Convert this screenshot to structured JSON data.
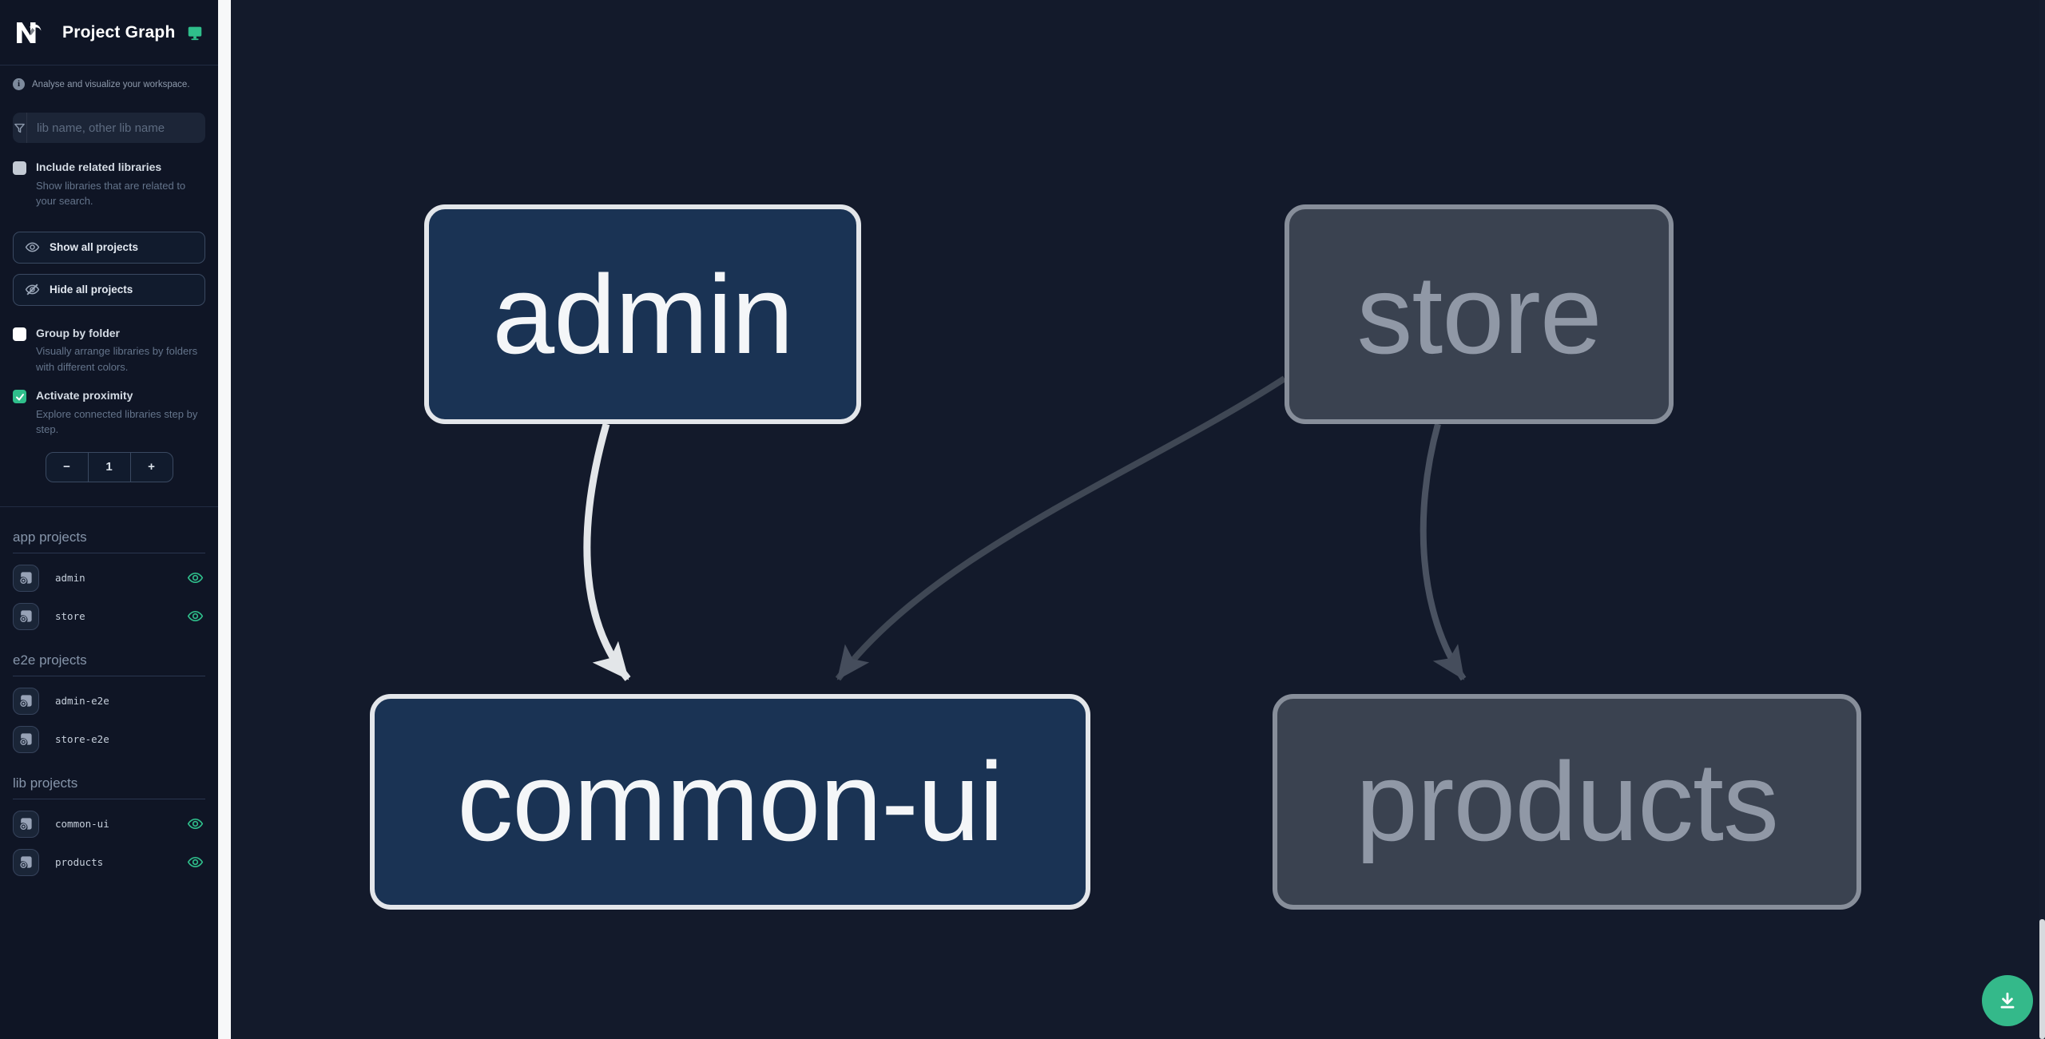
{
  "header": {
    "title": "Project Graph"
  },
  "sidebar": {
    "tagline": "Analyse and visualize your workspace.",
    "search": {
      "placeholder": "lib name, other lib name"
    },
    "include_related": {
      "label": "Include related libraries",
      "description": "Show libraries that are related to your search.",
      "checked": false
    },
    "show_all_label": "Show all projects",
    "hide_all_label": "Hide all projects",
    "group_by_folder": {
      "label": "Group by folder",
      "description": "Visually arrange libraries by folders with different colors.",
      "checked": false
    },
    "activate_proximity": {
      "label": "Activate proximity",
      "description": "Explore connected libraries step by step.",
      "checked": true
    },
    "proximity_counter": {
      "decrement": "−",
      "value": "1",
      "increment": "+"
    },
    "sections": [
      {
        "title": "app projects",
        "items": [
          {
            "name": "admin",
            "visible": true
          },
          {
            "name": "store",
            "visible": true
          }
        ]
      },
      {
        "title": "e2e projects",
        "items": [
          {
            "name": "admin-e2e",
            "visible": false
          },
          {
            "name": "store-e2e",
            "visible": false
          }
        ]
      },
      {
        "title": "lib projects",
        "items": [
          {
            "name": "common-ui",
            "visible": true
          },
          {
            "name": "products",
            "visible": true
          }
        ]
      }
    ]
  },
  "graph": {
    "nodes": [
      {
        "id": "admin",
        "label": "admin",
        "state": "highlighted"
      },
      {
        "id": "store",
        "label": "store",
        "state": "dimmed"
      },
      {
        "id": "common-ui",
        "label": "common-ui",
        "state": "highlighted"
      },
      {
        "id": "products",
        "label": "products",
        "state": "dimmed"
      }
    ],
    "edges": [
      {
        "from": "admin",
        "to": "common-ui",
        "emphasis": "highlighted"
      },
      {
        "from": "store",
        "to": "common-ui",
        "emphasis": "dimmed"
      },
      {
        "from": "store",
        "to": "products",
        "emphasis": "dimmed"
      }
    ]
  },
  "colors": {
    "accent_green": "#2fbe8b",
    "fab_green": "#34b98a",
    "node_highlight_fill": "#1a3354",
    "node_highlight_border": "#e3e6ea",
    "node_dim_fill": "#3a4250",
    "node_dim_border": "#878e9a",
    "edge_highlight": "#e3e6e9",
    "edge_dim": "#454d5c",
    "sidebar_bg": "#0f1525",
    "canvas_bg": "#131a2b"
  }
}
